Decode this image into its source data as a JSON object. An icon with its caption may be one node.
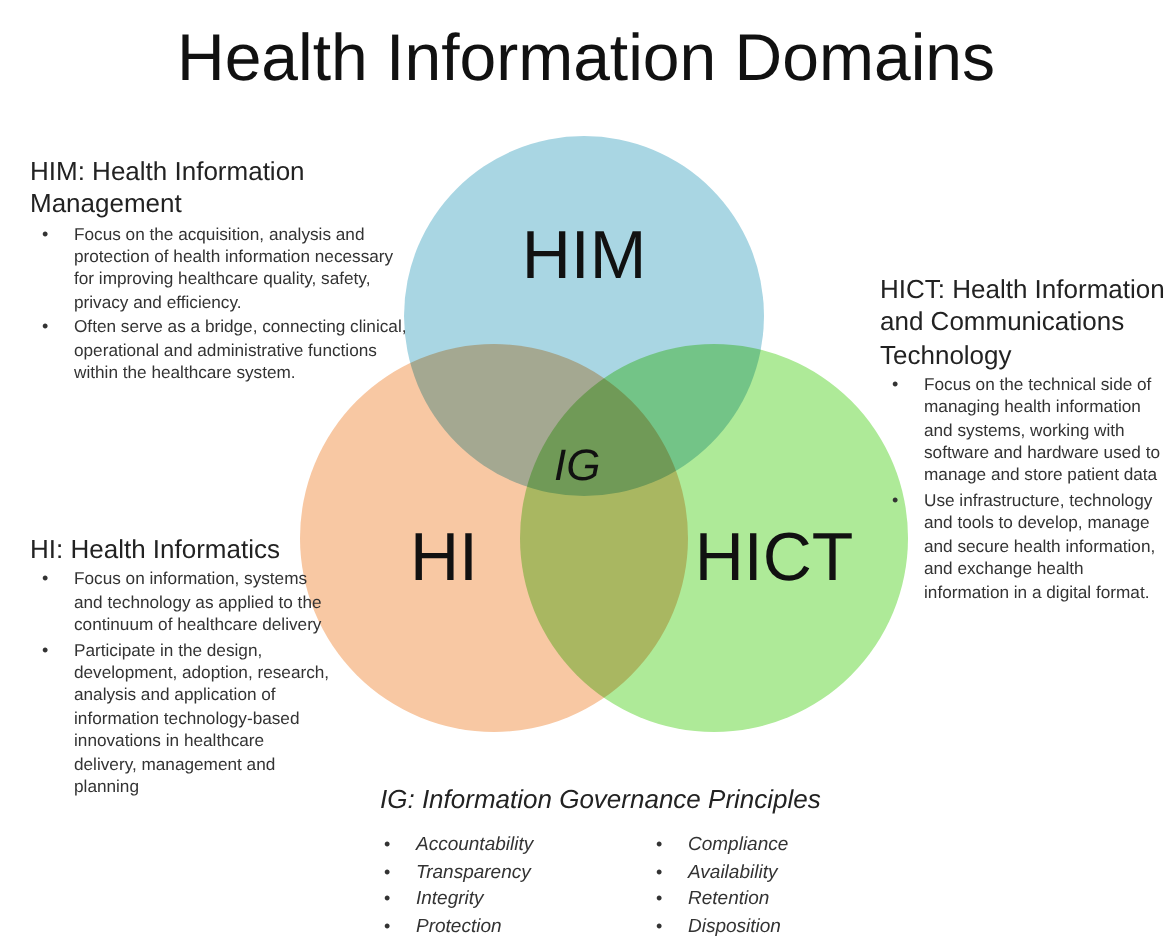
{
  "diagram": {
    "title": "Health Information Domains",
    "nodes": [
      {
        "text": [
          "HIM"
        ]
      },
      {
        "text": [
          "HI"
        ]
      },
      {
        "text": [
          "HICT"
        ]
      },
      {
        "text": [
          "IG"
        ]
      }
    ],
    "edges": [],
    "labels": [
      "HIM:  Health Information Management",
      "•",
      "Focus on the acquisition, analysis and protection of health information necessary for improving healthcare quality, safety, privacy and efficiency.",
      "•",
      "Often serve as a bridge, connecting clinical, operational and administrative functions within the healthcare system.",
      "HICT:  Health Information and Communications Technology",
      "•",
      "Focus on the technical side of managing health information and systems, working with software and hardware used to manage and store patient data",
      "•",
      "Use infrastructure, technology and tools to develop, manage and secure health information, and exchange health information in a digital format.",
      "HI:  Health Informatics",
      "•",
      "Focus on information, systems and technology as applied to the continuum of healthcare delivery",
      "•",
      "Participate in the design, development, adoption, research, analysis and application of information technology-based innovations in healthcare delivery, management and planning",
      "IG: Information Governance  Principles",
      "•",
      "Accountability",
      "•",
      "Compliance",
      "•",
      "Transparency",
      "•",
      "Availability",
      "•",
      "Integrity",
      "•",
      "Retention",
      "•",
      "Protection",
      "•",
      "Disposition"
    ]
  }
}
